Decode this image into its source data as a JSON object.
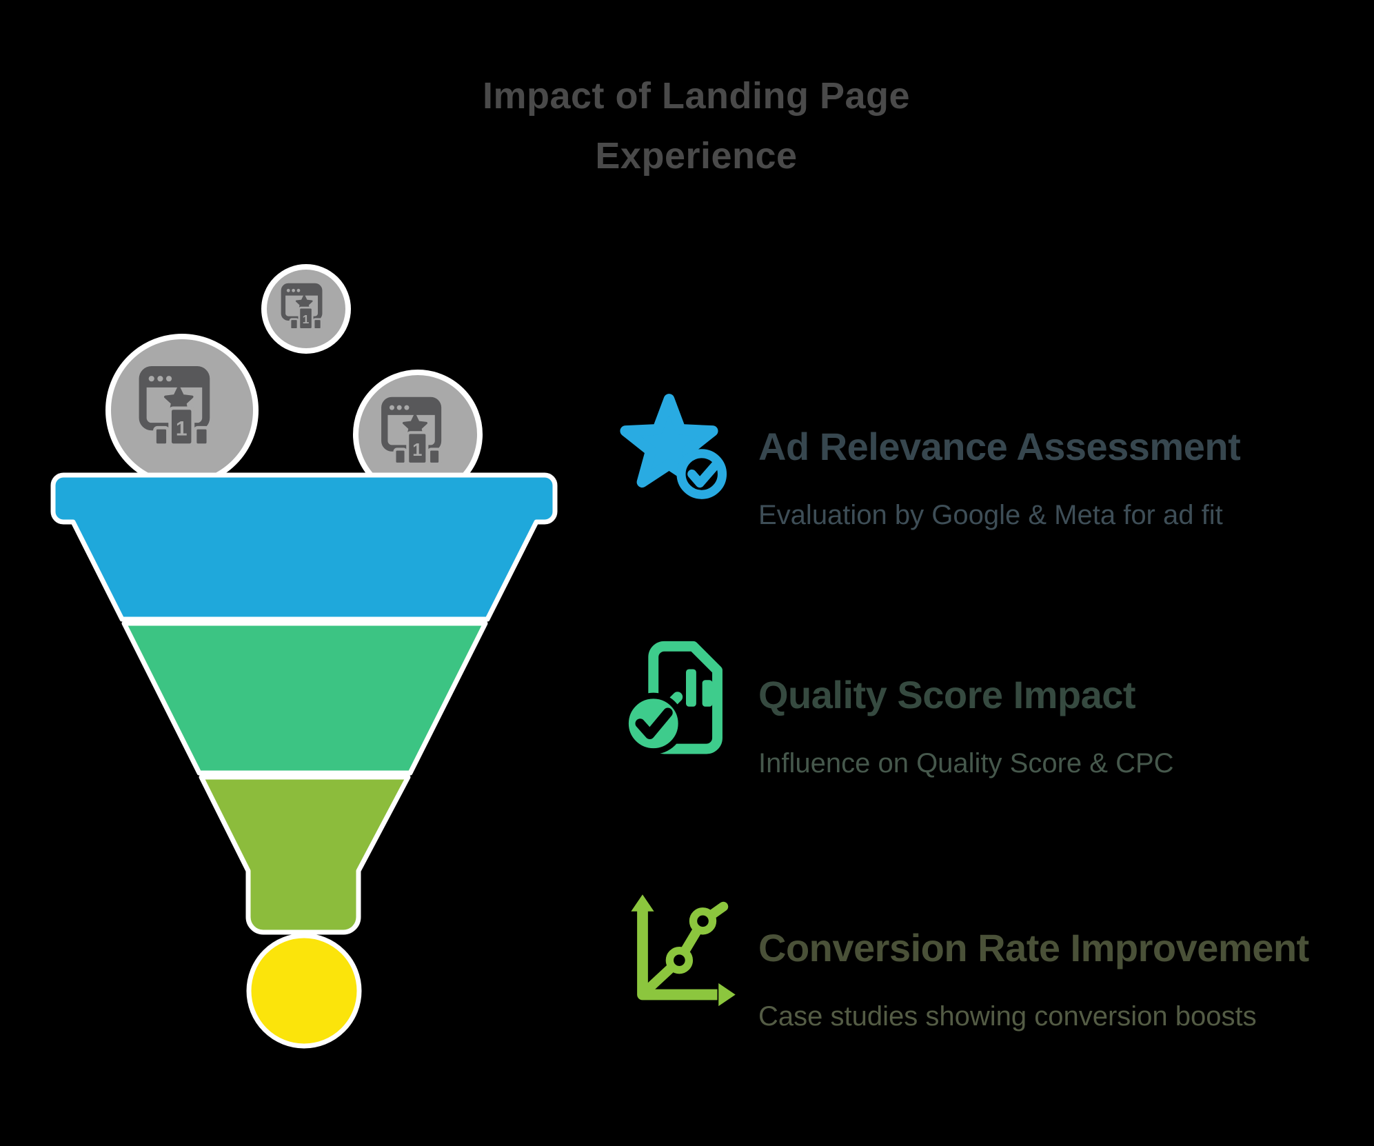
{
  "page": {
    "background": "#000000"
  },
  "title": {
    "line1": "Impact of Landing Page",
    "line2": "Experience",
    "color": "#4a4a4a"
  },
  "funnel": {
    "outline_color": "#ffffff",
    "circle_fill": "#a9a9a9",
    "circle_icon_color": "#58585a",
    "podium_number": "1",
    "segments": [
      {
        "name": "top",
        "color": "#1fa8db"
      },
      {
        "name": "middle",
        "color": "#3cc483"
      },
      {
        "name": "lower",
        "color": "#8cbc3c"
      },
      {
        "name": "drop",
        "color": "#fbe40b"
      }
    ]
  },
  "items": [
    {
      "icon": "star-check-icon",
      "title": "Ad Relevance Assessment",
      "description": "Evaluation by Google & Meta for ad fit",
      "accent": "#29abe2",
      "title_color": "#37474f",
      "desc_color": "#3e4e57"
    },
    {
      "icon": "document-chart-check-icon",
      "title": "Quality Score Impact",
      "description": "Influence on Quality Score & CPC",
      "accent": "#3ecc8c",
      "title_color": "#364a40",
      "desc_color": "#46584c"
    },
    {
      "icon": "growth-chart-icon",
      "title": "Conversion Rate Improvement",
      "description": "Case studies showing conversion boosts",
      "accent": "#8cc63e",
      "title_color": "#4a5138",
      "desc_color": "#545c45"
    }
  ]
}
